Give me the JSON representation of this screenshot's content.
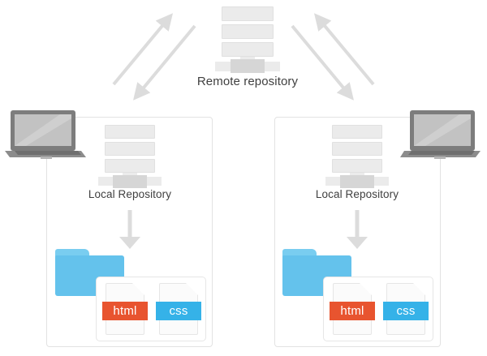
{
  "diagram": {
    "title_semantic": "git-remote-and-local-repository-diagram",
    "background_color": "#ffffff",
    "colors": {
      "server_slab": "#ebebeb",
      "server_base": "#d6d6d6",
      "arrow_gray": "#dcdcdc",
      "panel_border": "#e2e2e2",
      "laptop_bezel": "#7d7d7d",
      "laptop_screen": "#c2c2c2",
      "laptop_base": "#8c8c8c",
      "folder_blue": "#64c2ec",
      "folder_tab_blue": "#79cdf0",
      "html_orange": "#e8542f",
      "css_blue": "#35b2e8",
      "caption_text": "#404040",
      "file_sheet": "#fbfbfb"
    }
  },
  "remote": {
    "label": "Remote repository",
    "icon": "server-icon"
  },
  "arrows": {
    "top_left_up": "arrow-up-right-to-remote",
    "top_left_down": "arrow-down-left-from-remote",
    "top_right_up": "arrow-up-left-to-remote",
    "top_right_down": "arrow-down-right-from-remote",
    "down_arrow": "arrow-down-to-working-directory"
  },
  "panels": [
    {
      "id": "left",
      "laptop_icon": "laptop-icon",
      "local_label": "Local Repository",
      "server_icon": "server-icon",
      "folder_icon": "folder-icon",
      "files": [
        {
          "name": "html",
          "type": "html-file-icon"
        },
        {
          "name": "css",
          "type": "css-file-icon"
        }
      ]
    },
    {
      "id": "right",
      "laptop_icon": "laptop-icon",
      "local_label": "Local Repository",
      "server_icon": "server-icon",
      "folder_icon": "folder-icon",
      "files": [
        {
          "name": "html",
          "type": "html-file-icon"
        },
        {
          "name": "css",
          "type": "css-file-icon"
        }
      ]
    }
  ]
}
